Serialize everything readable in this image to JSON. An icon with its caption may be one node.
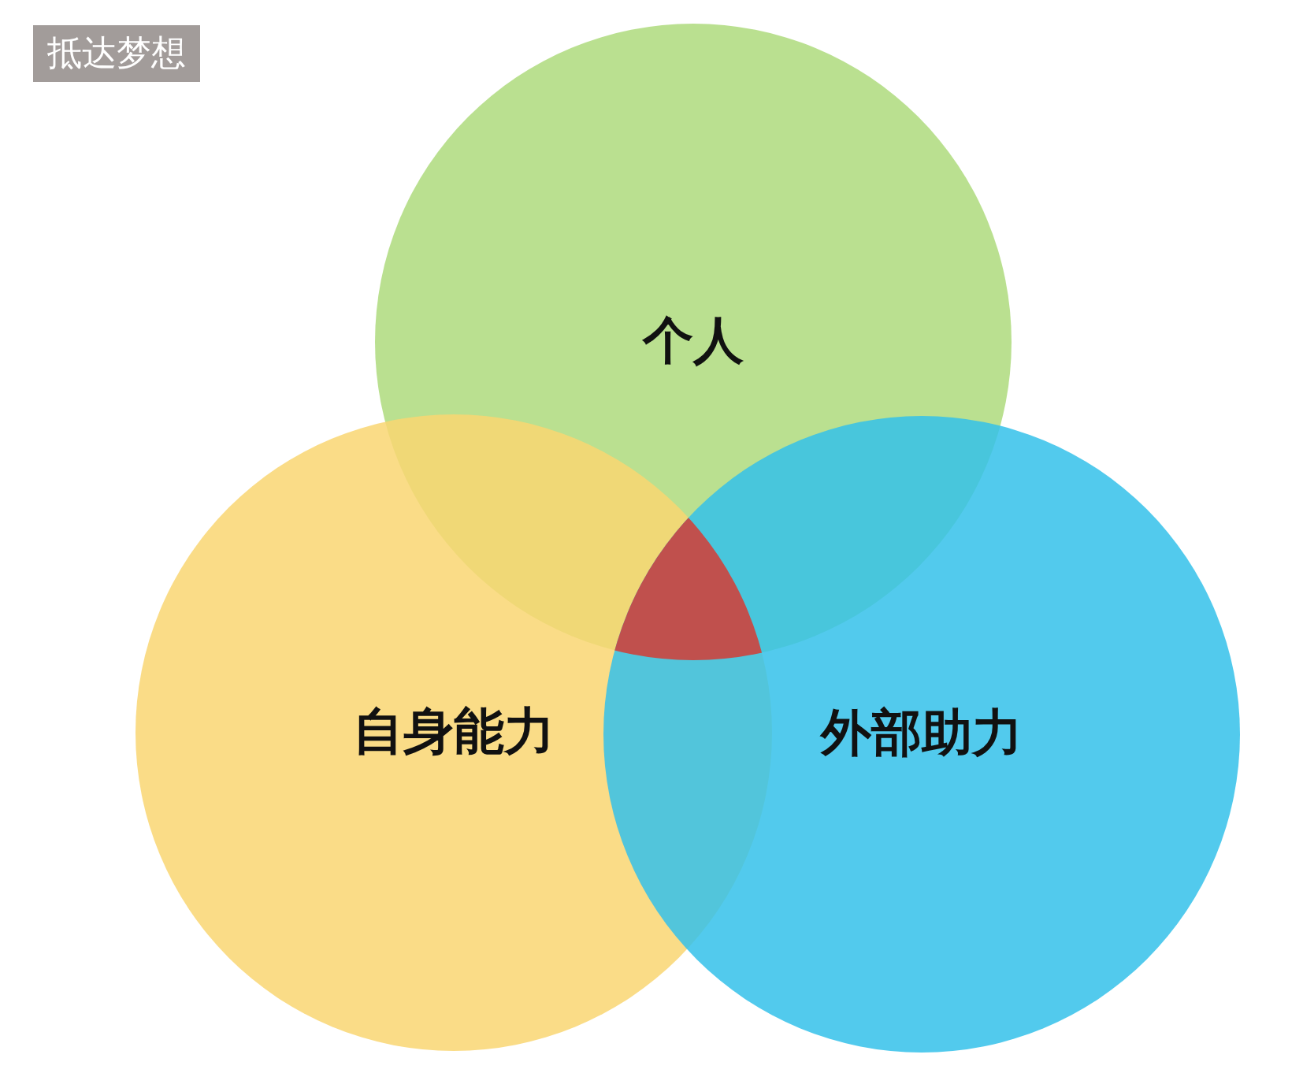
{
  "diagram": {
    "title": "抵达梦想",
    "nodes": [
      {
        "text": [
          "个人"
        ]
      },
      {
        "text": [
          "自身能力"
        ]
      },
      {
        "text": [
          "外部助力"
        ]
      },
      {
        "text": [],
        "shape": "triangle"
      }
    ],
    "edges": []
  }
}
